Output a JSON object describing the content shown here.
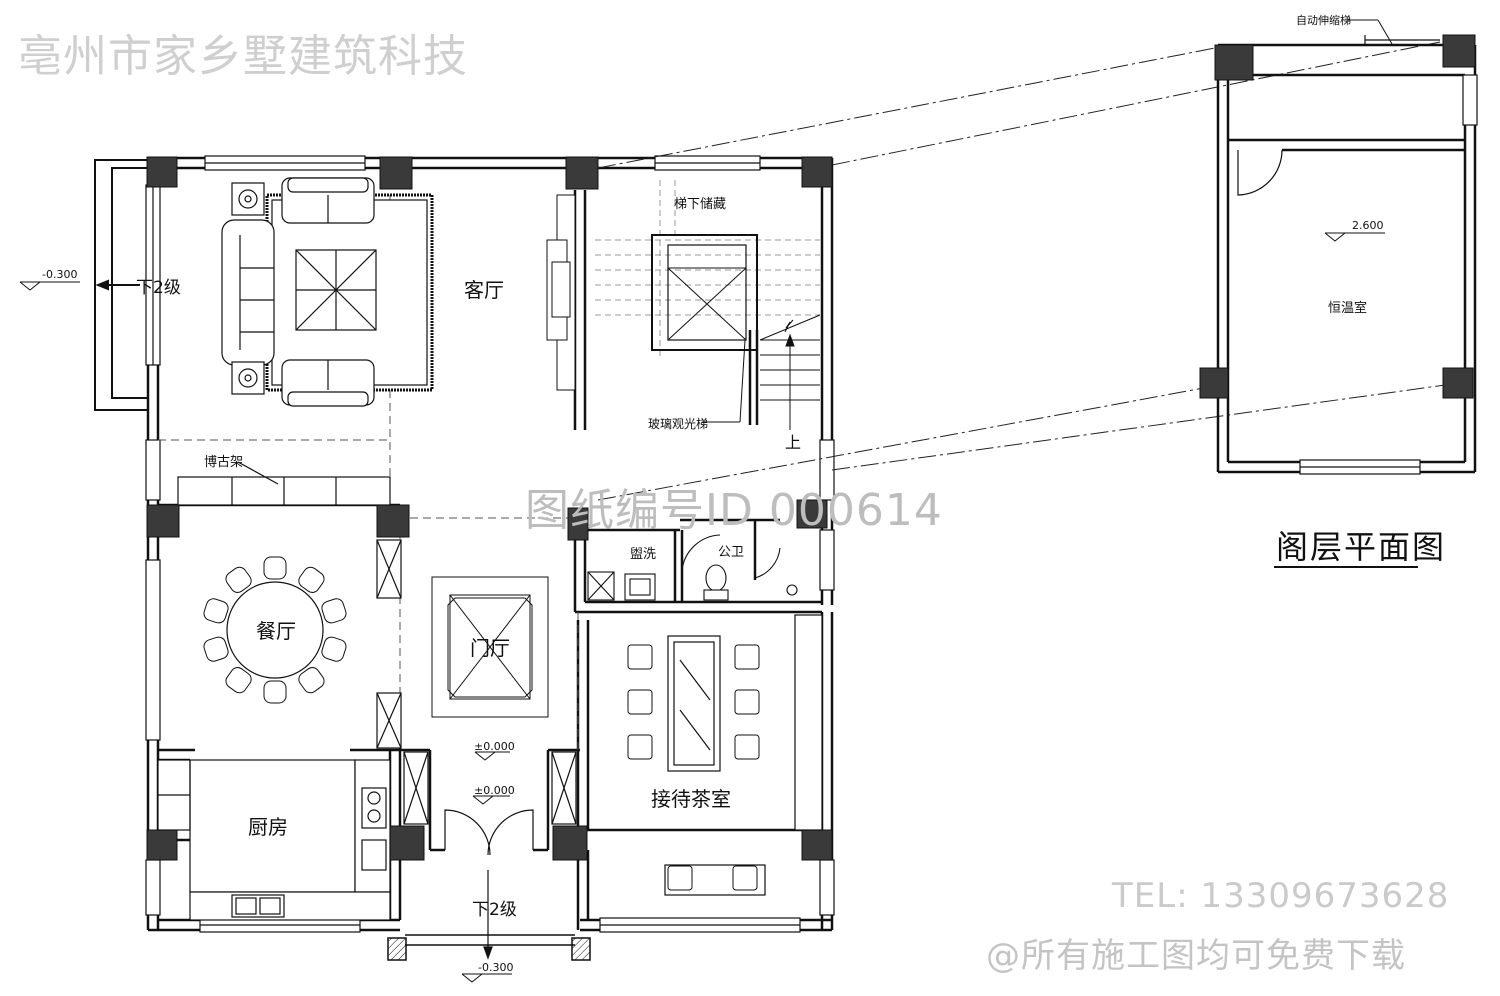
{
  "watermarks": {
    "company": "亳州市家乡墅建筑科技",
    "drawing_id": "图纸编号ID 000614",
    "tel": "TEL: 13309673628",
    "download": "@所有施工图均可免费下载"
  },
  "rooms": {
    "living": "客厅",
    "dining": "餐厅",
    "kitchen": "厨房",
    "foyer": "门厅",
    "tea": "接待茶室",
    "wash": "盥洗",
    "toilet": "公卫",
    "under_stair": "梯下储藏",
    "glass_elevator": "玻璃观光梯",
    "shelf": "博古架",
    "up": "上",
    "down_left": "下2级",
    "down_bottom": "下2级"
  },
  "levels": {
    "left": "-0.300",
    "bottom": "-0.300",
    "foyer_1": "±0.000",
    "foyer_2": "±0.000",
    "attic": "2.600"
  },
  "attic": {
    "title": "阁层平面图",
    "room": "恒温室",
    "ladder": "自动伸缩梯"
  },
  "colors": {
    "wall": "#111111",
    "column": "#3a3a3a",
    "watermark": "#c8c8c8"
  }
}
